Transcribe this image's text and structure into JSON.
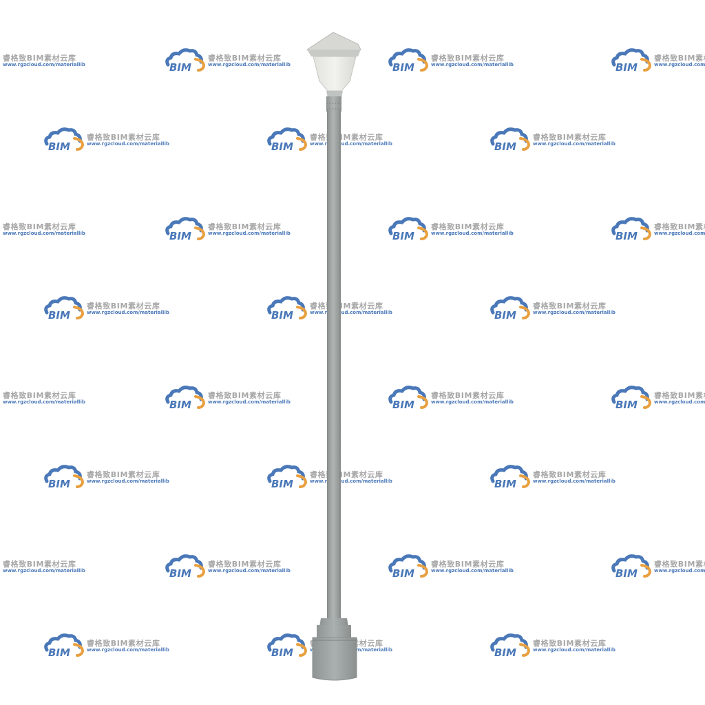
{
  "watermark": {
    "brand_cn": "睿格致BIM素材云库",
    "url": "www.rgzcloud.com/materiallib",
    "logo_text": "BIM",
    "logo_icon": "bim-cloud-logo-icon",
    "colors": {
      "cloud_blue": "#4a78b8",
      "swoosh_orange": "#e8a040",
      "text_gray": "#a7a7a7"
    }
  },
  "subject": {
    "icon": "street-lamp-icon",
    "colors": {
      "pole": "#a2a7a6",
      "pole_shadow": "#8c9190",
      "shade": "#e6e7e2",
      "base": "#9ea3a3"
    }
  }
}
